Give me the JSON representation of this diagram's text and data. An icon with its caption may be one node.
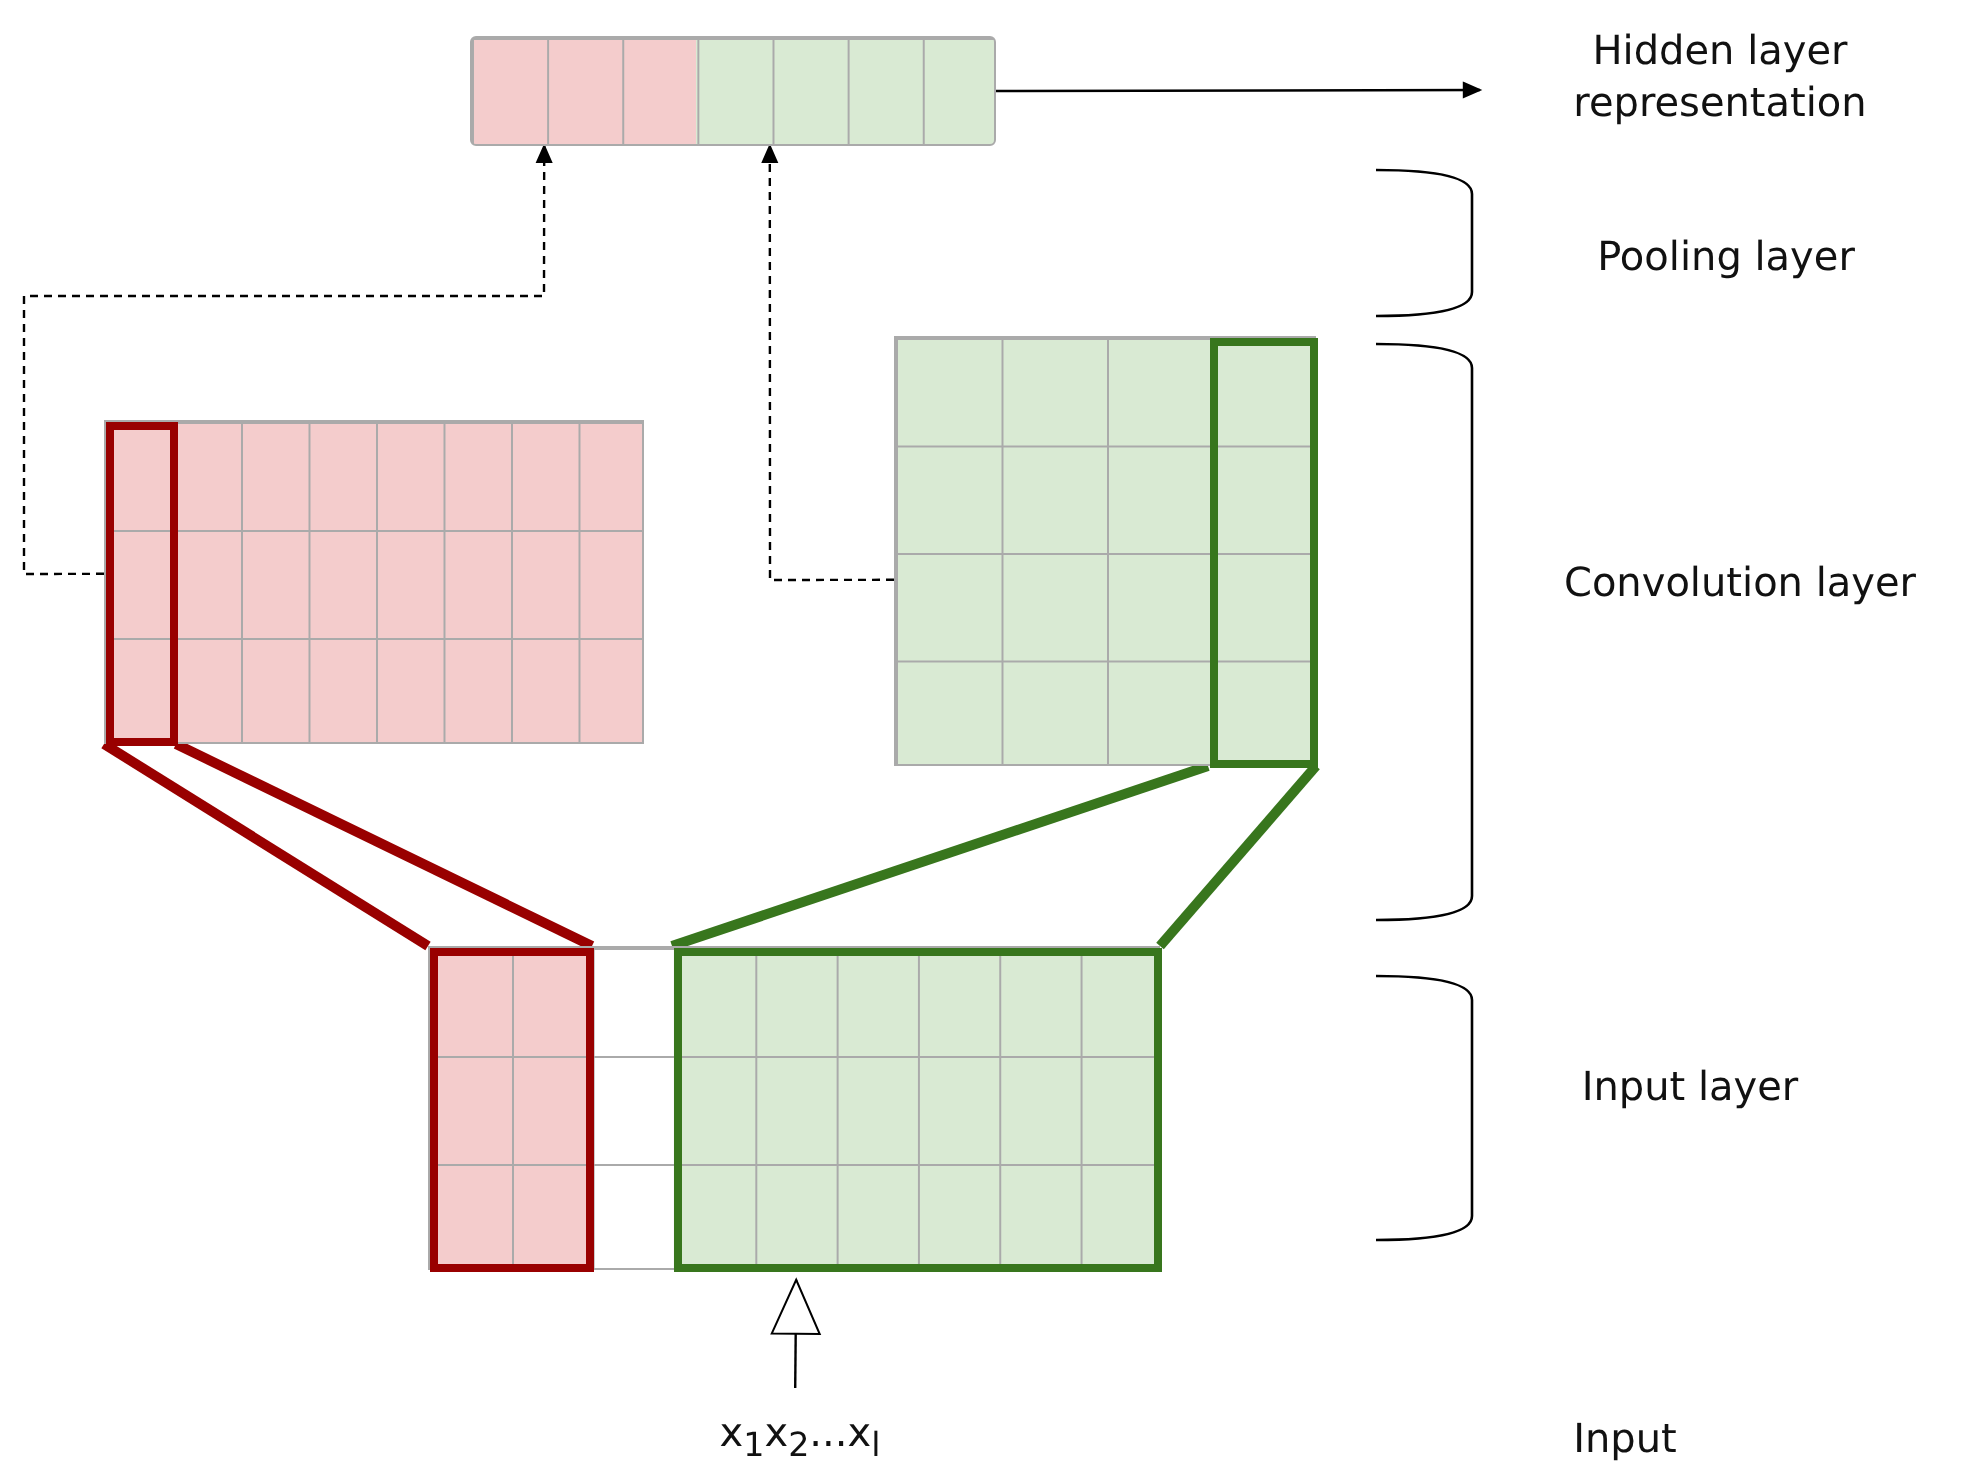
{
  "diagram": {
    "nodes": [
      {
        "text": [],
        "shape": "bar"
      },
      {
        "text": [
          "Hidden layer representation"
        ]
      },
      {
        "text": [],
        "shape": "box"
      },
      {
        "text": [],
        "shape": "box"
      },
      {
        "text": [],
        "shape": "box"
      },
      {
        "text": [],
        "shape": "box",
        "in": 4
      },
      {
        "text": [],
        "shape": "box",
        "in": 4
      },
      {
        "text": [],
        "shape": "box",
        "in": 2
      },
      {
        "text": [],
        "shape": "box",
        "in": 3
      },
      {
        "text": [
          "x$_{1}$x$_{2}$...x$_{l}$"
        ]
      }
    ],
    "edges": [
      {
        "from": 0,
        "to": 1,
        "arrow": "to"
      },
      {
        "from": 2,
        "to": 0,
        "arrow": "to",
        "style": "dashed"
      },
      {
        "from": 3,
        "to": 0,
        "arrow": "to",
        "style": "dashed"
      },
      {
        "from": 7,
        "to": 5,
        "arrow": "none",
        "style": "thick",
        "color": "#990000"
      },
      {
        "from": 7,
        "to": 5,
        "arrow": "none",
        "style": "thick",
        "color": "#990000"
      },
      {
        "from": 8,
        "to": 6,
        "arrow": "none",
        "style": "thick",
        "color": "#38761d"
      },
      {
        "from": 8,
        "to": 6,
        "arrow": "none",
        "style": "thick",
        "color": "#38761d"
      },
      {
        "from": 9,
        "to": 4,
        "arrow": "to"
      }
    ],
    "labels": [
      "Pooling layer",
      "Convolution layer",
      "Input layer",
      "Input"
    ]
  }
}
